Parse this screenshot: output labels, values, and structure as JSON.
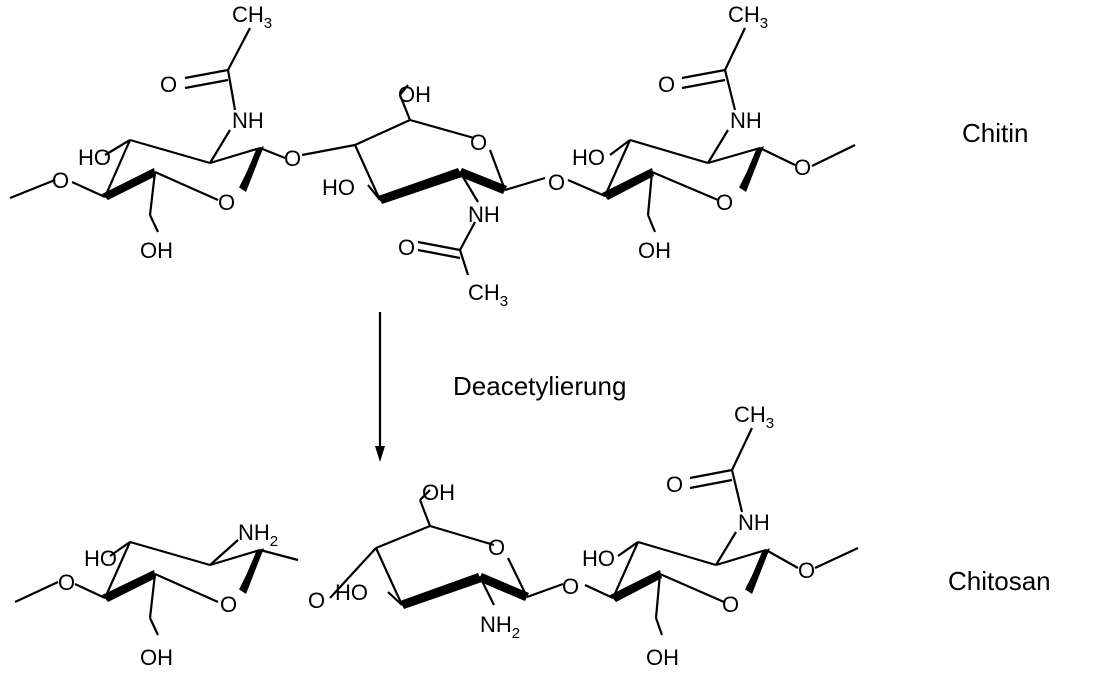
{
  "scheme": {
    "reaction_label": "Deacetylierung",
    "product_names": {
      "chitin": "Chitin",
      "chitosan": "Chitosan"
    },
    "atoms": {
      "ring_oxygen": "O",
      "ether_oxygen": "O",
      "carbonyl_oxygen": "O",
      "hydroxyl": "OH",
      "hydroxyl_left": "HO",
      "amide_nh": "NH",
      "amine_nh": "NH",
      "methyl": "CH",
      "subscript_2": "2",
      "subscript_3": "3"
    }
  }
}
